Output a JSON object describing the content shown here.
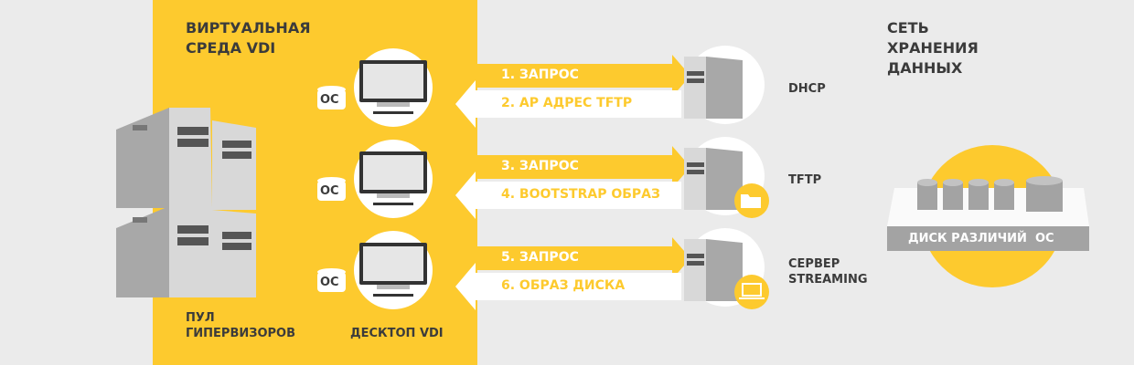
{
  "vdi": {
    "title_line1": "ВИРТУАЛЬНАЯ",
    "title_line2": "СРЕДА VDI",
    "pool_line1": "ПУЛ",
    "pool_line2": "ГИПЕРВИЗОРОВ",
    "desktop_label": "ДЕСКТОП VDI",
    "os_label": "OC"
  },
  "flows": [
    {
      "request": "1. ЗАПРОС",
      "response": "2. AP АДРЕС TFTP",
      "server": "DHCP",
      "server_line2": ""
    },
    {
      "request": "3. ЗАПРОС",
      "response": "4. BOOTSTRAP ОБРАЗ",
      "server": "TFTP",
      "server_line2": ""
    },
    {
      "request": "5. ЗАПРОС",
      "response": "6. ОБРАЗ ДИСКА",
      "server": "СЕРВЕР",
      "server_line2": "STREAMING"
    }
  ],
  "storage": {
    "title_line1": "СЕТЬ",
    "title_line2": "ХРАНЕНИЯ",
    "title_line3": "ДАННЫХ",
    "diff_disk": "ДИСК РАЗЛИЧИЙ",
    "os": "OC"
  },
  "colors": {
    "yellow": "#fdca2e",
    "background": "#ebebeb",
    "gray": "#a3a3a3",
    "text": "#3b3b3b"
  }
}
